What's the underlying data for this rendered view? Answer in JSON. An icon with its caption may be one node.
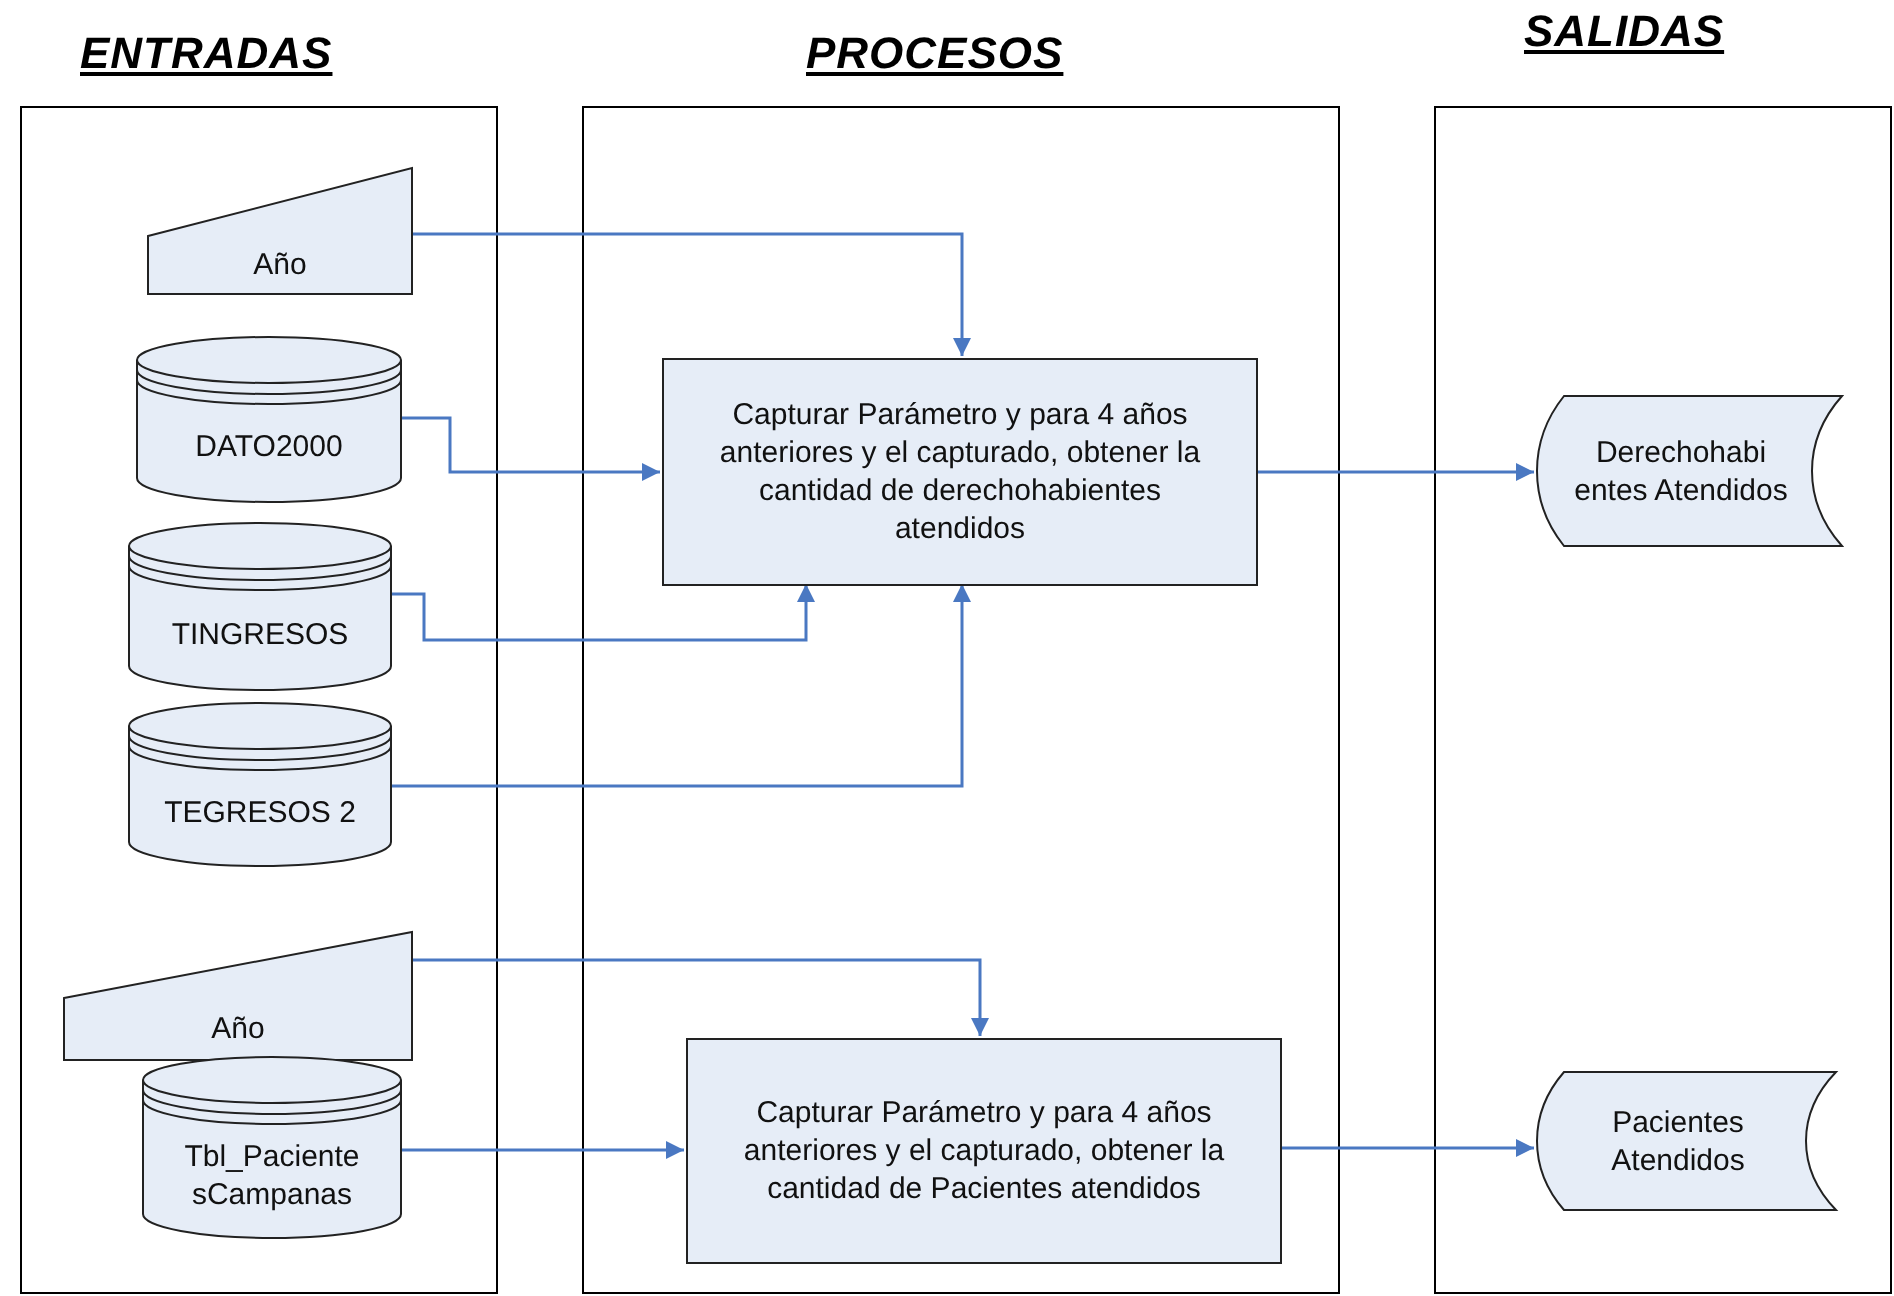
{
  "diagram": {
    "nodes": [
      {
        "text": [
          "ENTRADAS"
        ]
      },
      {
        "text": [
          "PROCESOS"
        ]
      },
      {
        "text": [
          "SALIDAS"
        ]
      },
      {
        "text": [
          "Año"
        ],
        "in": 0
      },
      {
        "text": [
          "DATO2000"
        ],
        "in": 0
      },
      {
        "text": [
          "TINGRESOS"
        ],
        "in": 0
      },
      {
        "text": [
          "TEGRESOS 2"
        ],
        "in": 0
      },
      {
        "text": [
          "Año"
        ],
        "in": 0
      },
      {
        "text": [
          "Tbl_Paciente sCampanas"
        ],
        "in": 0
      },
      {
        "text": [
          "Capturar Parámetro y para 4 años anteriores y el capturado, obtener la cantidad  de derechohabientes atendidos"
        ],
        "in": 1
      },
      {
        "text": [
          "Capturar Parámetro y para 4 años anteriores y el capturado, obtener la cantidad  de Pacientes atendidos"
        ],
        "in": 1
      },
      {
        "text": [
          "Derechohabi entes Atendidos"
        ],
        "in": 2
      },
      {
        "text": [
          "Pacientes Atendidos"
        ],
        "in": 2
      }
    ],
    "edges": [
      {
        "from": 3,
        "to": 9,
        "arrow": "to"
      },
      {
        "from": 4,
        "to": 9,
        "arrow": "to"
      },
      {
        "from": 5,
        "to": 9,
        "arrow": "to"
      },
      {
        "from": 6,
        "to": 9,
        "arrow": "to"
      },
      {
        "from": 9,
        "to": 11,
        "arrow": "to"
      },
      {
        "from": 7,
        "to": 10,
        "arrow": "to"
      },
      {
        "from": 8,
        "to": 10,
        "arrow": "to"
      },
      {
        "from": 10,
        "to": 12,
        "arrow": "to"
      }
    ]
  }
}
